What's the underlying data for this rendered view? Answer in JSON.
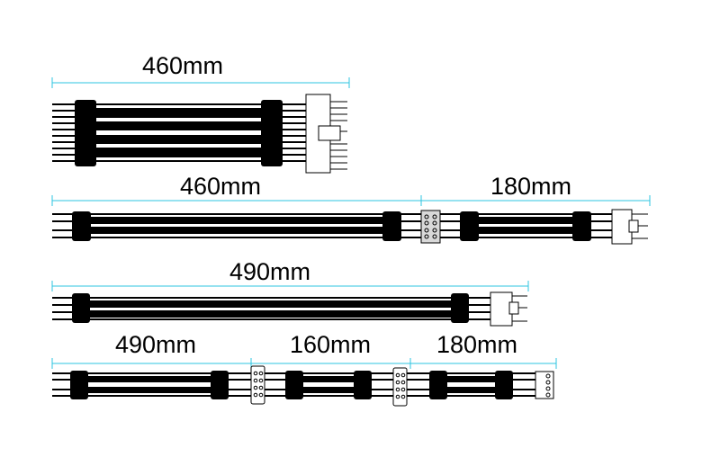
{
  "colors": {
    "dimension_line": "#2ec4e0",
    "cable": "#000000",
    "connector_fill": "#ffffff",
    "connector_stroke": "#000000",
    "inline_connector_fill": "#d9d9d9"
  },
  "cables": [
    {
      "name": "cable-1",
      "labels": [
        "460mm"
      ]
    },
    {
      "name": "cable-2",
      "labels": [
        "460mm",
        "180mm"
      ]
    },
    {
      "name": "cable-3",
      "labels": [
        "490mm"
      ]
    },
    {
      "name": "cable-4",
      "labels": [
        "490mm",
        "160mm",
        "180mm"
      ]
    }
  ]
}
